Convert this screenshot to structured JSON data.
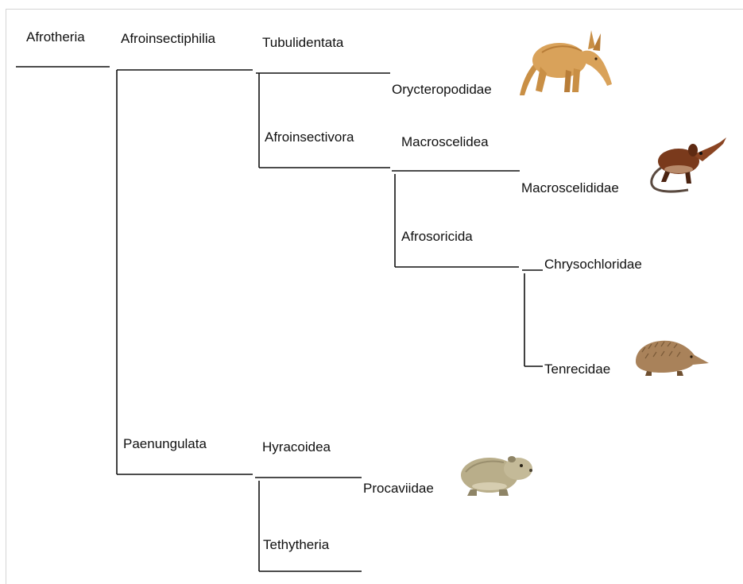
{
  "diagram": {
    "labels": {
      "afrotheria": "Afrotheria",
      "afroinsectiphilia": "Afroinsectiphilia",
      "tubulidentata": "Tubulidentata",
      "orycteropodidae": "Orycteropodidae",
      "afroinsectivora": "Afroinsectivora",
      "macroscelidea": "Macroscelidea",
      "macroscelididae": "Macroscelididae",
      "afrosoricida": "Afrosoricida",
      "chrysochloridae": "Chrysochloridae",
      "tenrecidae": "Tenrecidae",
      "paenungulata": "Paenungulata",
      "hyracoidea": "Hyracoidea",
      "procaviidae": "Procaviidae",
      "tethytheria": "Tethytheria"
    },
    "illustrations": {
      "aardvark": "aardvark-illustration",
      "elephant_shrew": "elephant-shrew-illustration",
      "tenrec": "tenrec-illustration",
      "hyrax": "hyrax-illustration"
    },
    "colors": {
      "line": "#111111",
      "text": "#111111",
      "frame": "#d4d4d4",
      "aardvark": "#d9a25a",
      "elephant_shrew": "#7a3a1c",
      "tenrec": "#a9825a",
      "hyrax": "#b9ae8a"
    }
  }
}
